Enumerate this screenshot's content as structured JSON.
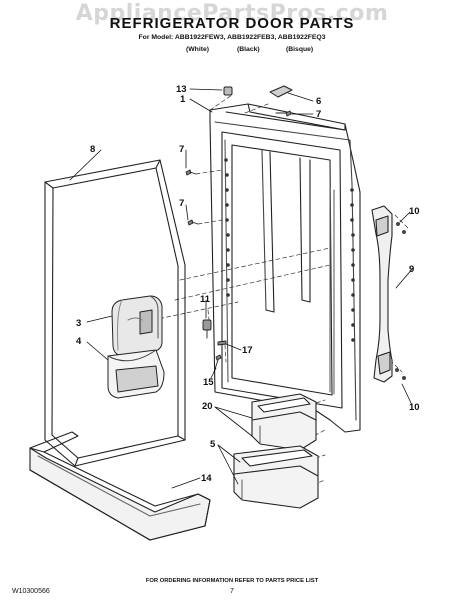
{
  "watermark": "AppliancePartsPros.com",
  "title": "REFRIGERATOR DOOR PARTS",
  "models": "For Model: ABB1922FEW3, ABB1922FEB3, ABB1922FEQ3",
  "variants": [
    "(White)",
    "(Black)",
    "(Bisque)"
  ],
  "callouts": [
    "13",
    "1",
    "6",
    "7",
    "8",
    "7",
    "7",
    "10",
    "9",
    "11",
    "3",
    "4",
    "17",
    "15",
    "20",
    "5",
    "14",
    "10"
  ],
  "footer": {
    "note": "FOR ORDERING INFORMATION REFER TO PARTS PRICE LIST",
    "code": "W10300566",
    "page": "7"
  }
}
